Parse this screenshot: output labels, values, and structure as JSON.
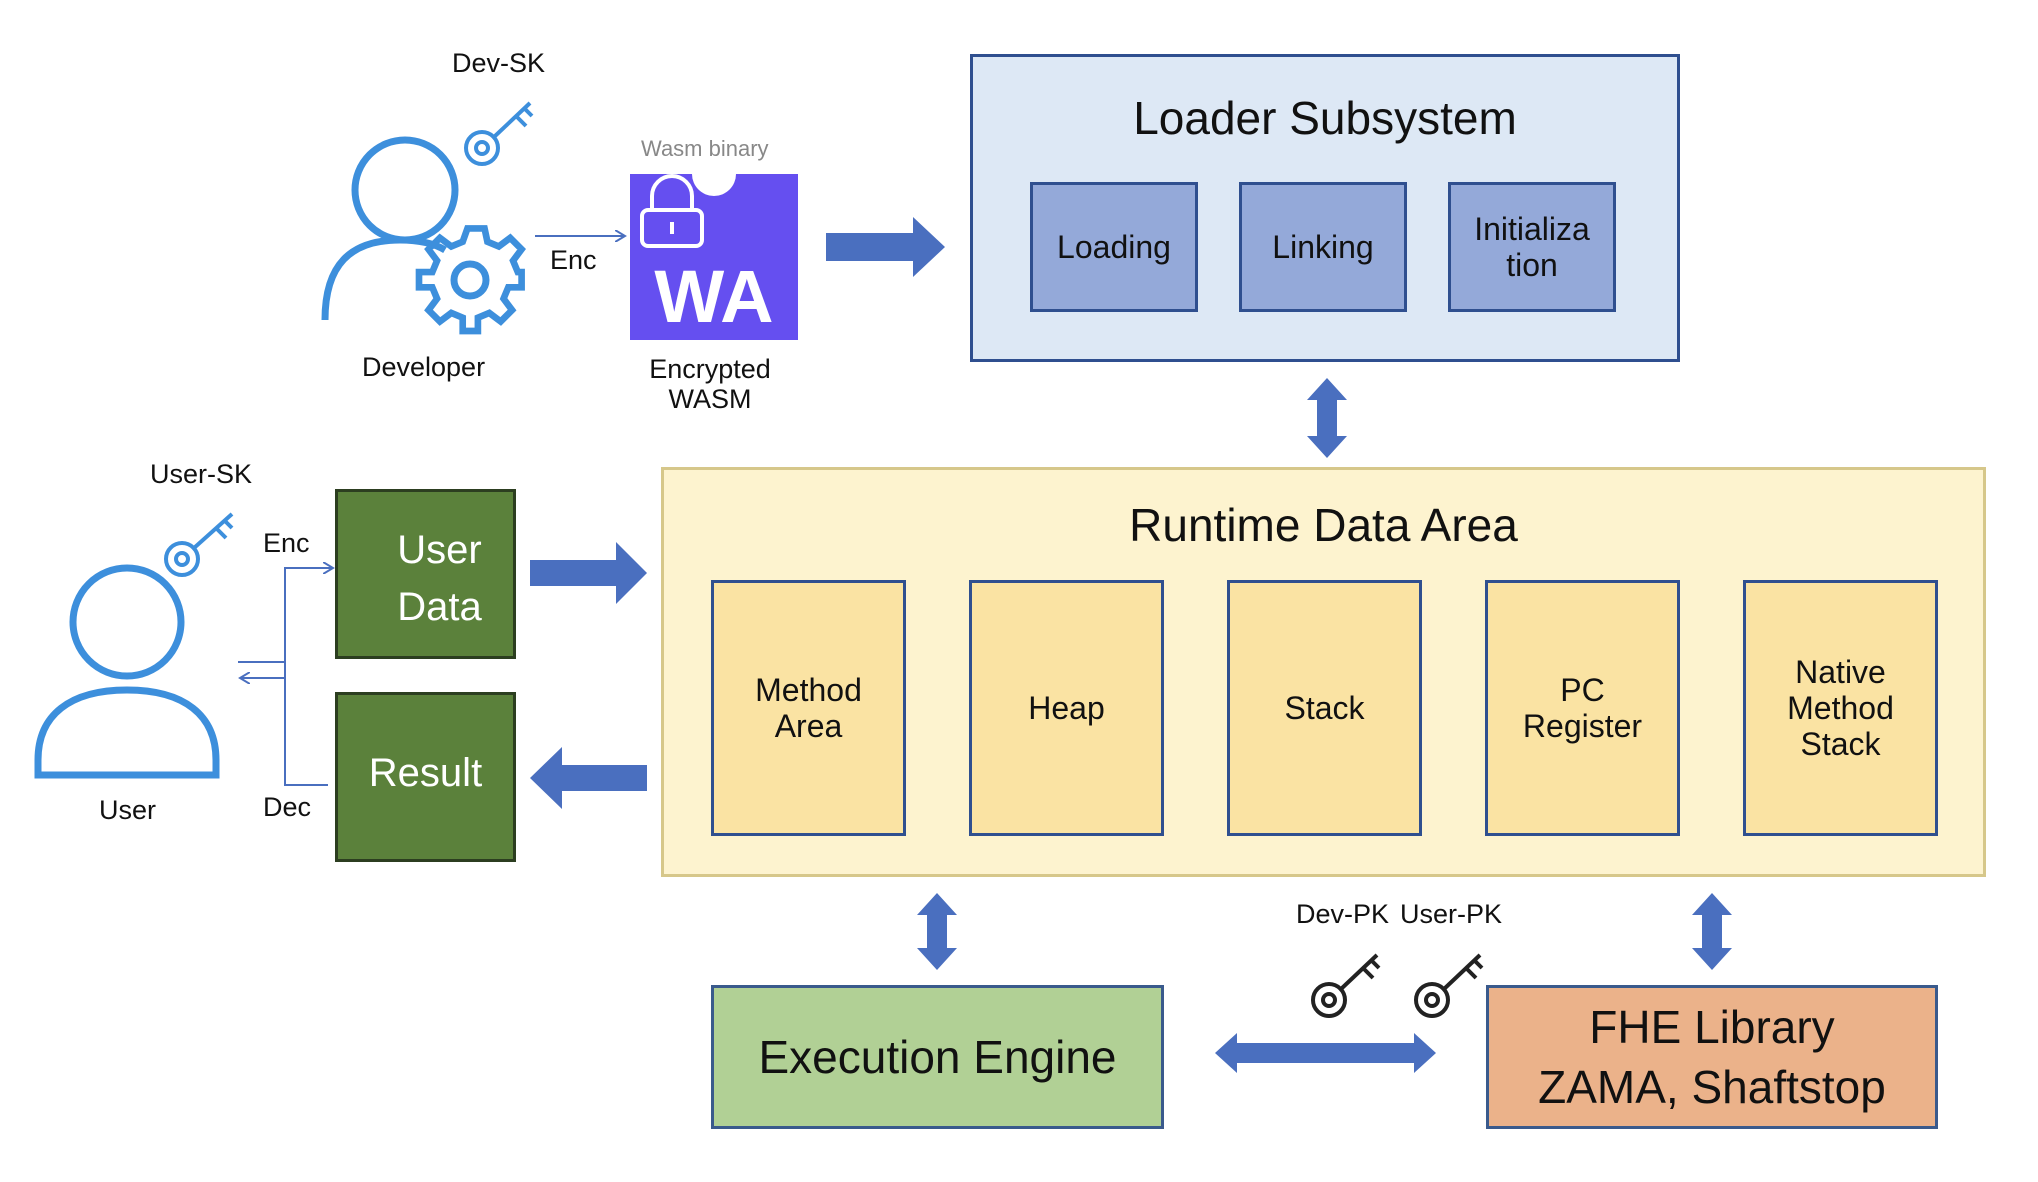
{
  "developer": {
    "key_label": "Dev-SK",
    "name": "Developer",
    "enc_label": "Enc"
  },
  "wasm": {
    "caption_top": "Wasm binary",
    "logo_text": "WA",
    "caption_bottom": "Encrypted\nWASM"
  },
  "loader": {
    "title": "Loader Subsystem",
    "items": [
      "Loading",
      "Linking",
      "Initializa\ntion"
    ]
  },
  "user": {
    "key_label": "User-SK",
    "name": "User",
    "enc_label": "Enc",
    "dec_label": "Dec",
    "data_box": "User\nData",
    "result_box": "Result"
  },
  "runtime": {
    "title": "Runtime Data Area",
    "items": [
      "Method\nArea",
      "Heap",
      "Stack",
      "PC\nRegister",
      "Native\nMethod\nStack"
    ]
  },
  "engine": {
    "label": "Execution Engine"
  },
  "fhe": {
    "label": "FHE Library\nZAMA, Shaftstop",
    "dev_pk": "Dev-PK",
    "user_pk": "User-PK"
  },
  "colors": {
    "loader_bg": "#dde8f5",
    "loader_border": "#2f4f8f",
    "loader_item_bg": "#94a9d9",
    "runtime_bg": "#fdf3cf",
    "runtime_border": "#d6c78a",
    "runtime_item_bg": "#fae3a3",
    "runtime_item_border": "#2f4f8f",
    "engine_bg": "#b1d095",
    "fhe_bg": "#ebb28a",
    "green_box": "#5b813b",
    "arrow": "#4a6fbf",
    "icon": "#3d8fdc",
    "wasm": "#654ff0"
  }
}
